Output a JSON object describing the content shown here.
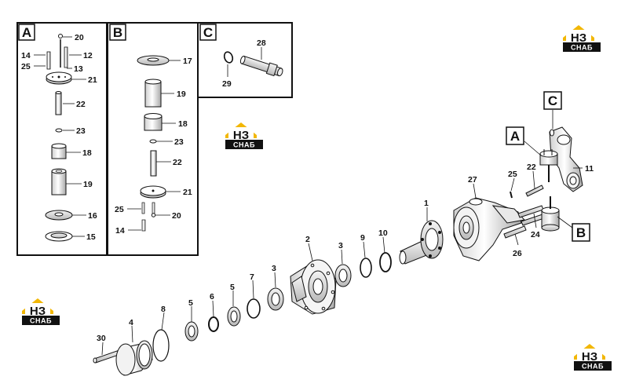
{
  "insets": [
    {
      "letter": "A",
      "callouts": [
        "20",
        "14",
        "12",
        "25",
        "13",
        "21",
        "22",
        "23",
        "18",
        "19",
        "16",
        "15"
      ]
    },
    {
      "letter": "B",
      "callouts": [
        "17",
        "19",
        "18",
        "23",
        "22",
        "21",
        "25",
        "20",
        "14"
      ]
    },
    {
      "letter": "C",
      "callouts": [
        "28",
        "29"
      ]
    }
  ],
  "main_callouts": [
    "1",
    "2",
    "3",
    "9",
    "10",
    "27",
    "25",
    "22",
    "11",
    "24",
    "26",
    "3",
    "7",
    "5",
    "6",
    "5",
    "8",
    "4",
    "30"
  ],
  "main_letters": [
    "C",
    "A",
    "B"
  ],
  "logo": {
    "letters": "НЗ",
    "word": "СНАБ",
    "color": "#f2b705"
  },
  "colors": {
    "line": "#1a1a1a",
    "part_fill": "#ffffff",
    "shade": "#d8d8d8"
  }
}
